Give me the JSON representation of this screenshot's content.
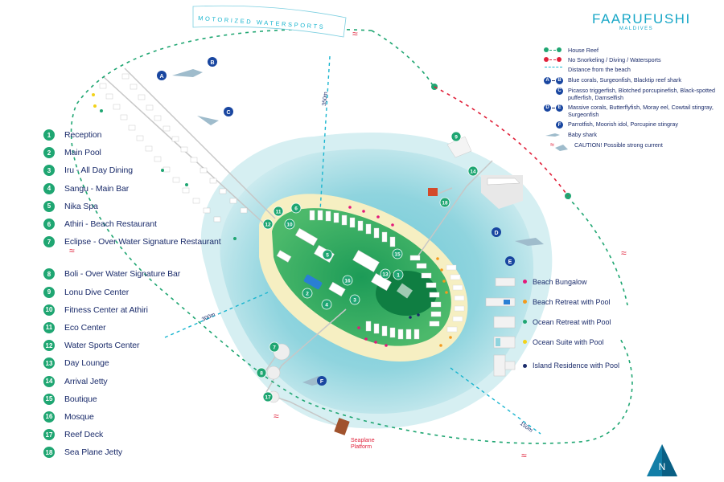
{
  "brand": {
    "name": "FAARUFUSHI",
    "subtitle": "MALDIVES"
  },
  "route_label": "MOTORIZED WATERSPORTS",
  "distances": [
    "350m",
    "300m",
    "150m"
  ],
  "places": [
    {
      "num": "1",
      "name": "Reception"
    },
    {
      "num": "2",
      "name": "Main Pool"
    },
    {
      "num": "3",
      "name": "Iru - All Day Dining"
    },
    {
      "num": "4",
      "name": "Sangu -  Main Bar"
    },
    {
      "num": "5",
      "name": "Nika Spa"
    },
    {
      "num": "6",
      "name": "Athiri - Beach Restaurant"
    },
    {
      "num": "7",
      "name": "Eclipse - Over Water Signature Restaurant"
    },
    {
      "num": "8",
      "name": "Boli - Over Water Signature Bar"
    },
    {
      "num": "9",
      "name": "Lonu Dive Center"
    },
    {
      "num": "10",
      "name": "Fitness Center at Athiri"
    },
    {
      "num": "11",
      "name": "Eco Center"
    },
    {
      "num": "12",
      "name": "Water Sports Center"
    },
    {
      "num": "13",
      "name": "Day Lounge"
    },
    {
      "num": "14",
      "name": "Arrival Jetty"
    },
    {
      "num": "15",
      "name": "Boutique"
    },
    {
      "num": "16",
      "name": "Mosque"
    },
    {
      "num": "17",
      "name": "Reef Deck"
    },
    {
      "num": "18",
      "name": "Sea Plane Jetty"
    }
  ],
  "key": {
    "house_reef": "House Reef",
    "no_snorkeling": "No Snorkeling / Diving / Watersports",
    "distance": "Distance from the beach",
    "ab": "Blue corals, Surgeonfish, Blacktip reef shark",
    "c": "Picasso triggerfish, Blotched porcupinefish, Black-spotted pufferfish, Damselfish",
    "de": "Massive corals, Butterflyfish, Moray eel, Cowtail stingray, Surgeonfish",
    "f": "Parrotfish, Moorish idol, Porcupine stingray",
    "shark": "Baby shark",
    "caution": "CAUTION! Possible strong current",
    "letters": [
      "A",
      "B",
      "C",
      "D",
      "E",
      "F"
    ]
  },
  "accommodations": [
    {
      "name": "Beach Bungalow",
      "color": "#e3197a"
    },
    {
      "name": "Beach Retreat with Pool",
      "color": "#f39a1e"
    },
    {
      "name": "Ocean Retreat with Pool",
      "color": "#1fa672"
    },
    {
      "name": "Ocean Suite with Pool",
      "color": "#f2d21a"
    },
    {
      "name": "Island Residence with Pool",
      "color": "#1b2c6b"
    }
  ],
  "seaplane": {
    "line1": "Seaplane",
    "line2": "Platform"
  },
  "north": "N",
  "colors": {
    "reef_green": "#1fa672",
    "no_zone_red": "#e0213a",
    "distance_cyan": "#19b5cf",
    "navy": "#1b2c6b",
    "lagoon": "#8fd4de"
  }
}
